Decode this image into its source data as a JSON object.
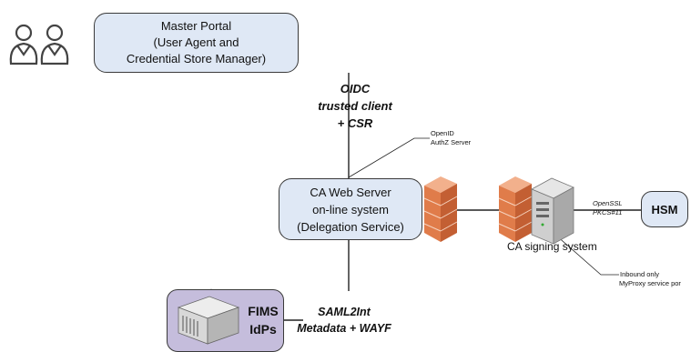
{
  "master_portal": {
    "lines": [
      "Master Portal",
      "(User Agent and",
      "Credential Store Manager)"
    ]
  },
  "oidc_label": {
    "lines": [
      "OIDC",
      "trusted client",
      "+ CSR"
    ]
  },
  "openid_note": {
    "lines": [
      "OpenID",
      "AuthZ Server"
    ]
  },
  "ca_web_server": {
    "lines": [
      "CA Web Server",
      "on-line system",
      "(Delegation Service)"
    ]
  },
  "ca_signing": {
    "label": "CA signing system"
  },
  "openssl_label": {
    "lines": [
      "OpenSSL",
      "PKCS#11"
    ]
  },
  "hsm": {
    "label": "HSM"
  },
  "inbound_note": {
    "lines": [
      "Inbound only",
      "MyProxy service por"
    ]
  },
  "fims": {
    "lines": [
      "FIMS",
      "IdPs"
    ]
  },
  "saml_label": {
    "lines": [
      "SAML2Int",
      "Metadata + WAYF"
    ]
  },
  "colors": {
    "box_fill": "#dfe8f5",
    "box_border": "#3a3a3a",
    "fims_fill": "#c5bddc",
    "firewall": "#e07c4a",
    "line": "#222222"
  }
}
